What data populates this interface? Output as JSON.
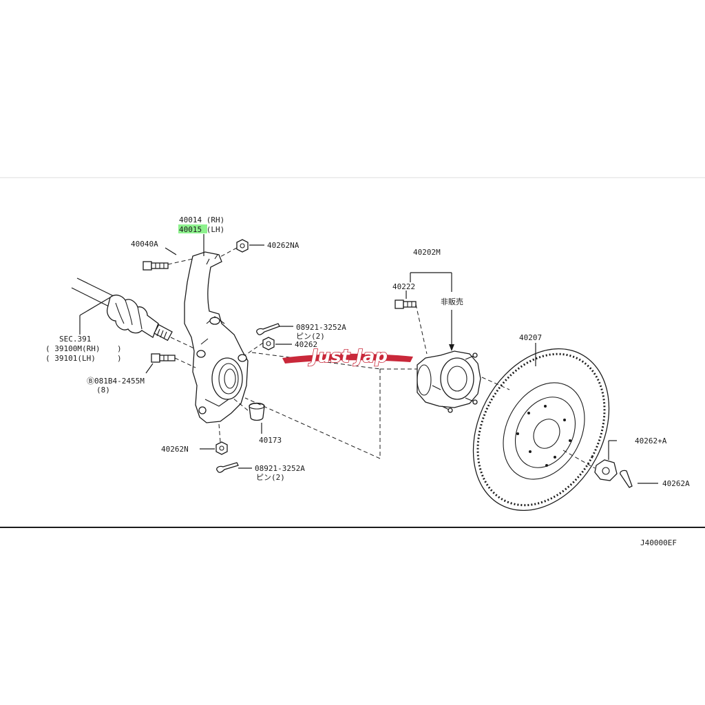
{
  "colors": {
    "highlight": "#8ef28e",
    "line": "#1a1a1a",
    "watermark": "#c9283a"
  },
  "labels": {
    "knuckle_rh": "40014 (RH)",
    "knuckle_lh": "40015 (LH)",
    "bolt_top": "40040A",
    "nut_top": "40262NA",
    "sec_title": "SEC.391",
    "sec_rh": "( 39100M(RH) ",
    "sec_rh_close": ")",
    "sec_lh": "( 39101(LH) ",
    "sec_lh_close": ")",
    "pin_top": "08921-3252A",
    "pin_top_sub": "ピン(2)",
    "nut_mid": "40262",
    "bolt_side": "Ⓑ081B4-2455M",
    "bolt_side_qty": "(8)",
    "bushing": "40173",
    "nut_bottom": "40262N",
    "pin_bottom": "08921-3252A",
    "pin_bottom_sub": "ピン(2)",
    "hub_assy": "40202M",
    "hub_bolt": "40222",
    "not_sold": "非販売",
    "rotor": "40207",
    "hub_nut": "40262+A",
    "cotter_pin": "40262A",
    "diagram_code": "J40000EF"
  },
  "watermark": {
    "text": "Just Jap"
  }
}
